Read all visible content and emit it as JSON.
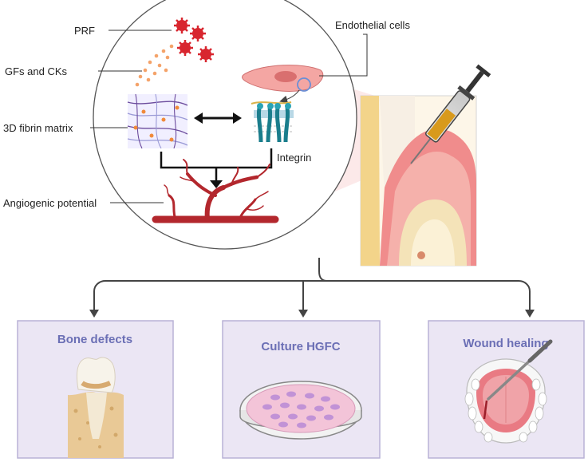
{
  "labels": {
    "prf": "PRF",
    "gfs_cks": "GFs and CKs",
    "fibrin_matrix": "3D fibrin matrix",
    "angiogenic": "Angiogenic potential",
    "endothelial": "Endothelial cells",
    "integrin": "Integrin"
  },
  "cards": [
    {
      "title": "Bone defects",
      "icon": "tooth-bone-icon"
    },
    {
      "title": "Culture HGFC",
      "icon": "petri-dish-icon"
    },
    {
      "title": "Wound healing",
      "icon": "palate-scalpel-icon"
    }
  ],
  "colors": {
    "card_fill": "#ebe6f4",
    "card_stroke": "#b9b2d6",
    "card_title": "#6b6fb5",
    "vessel": "#b3272d",
    "platelet": "#d8262f",
    "gingiva": "#f08c8c",
    "integrin": "#1a7d8c"
  }
}
